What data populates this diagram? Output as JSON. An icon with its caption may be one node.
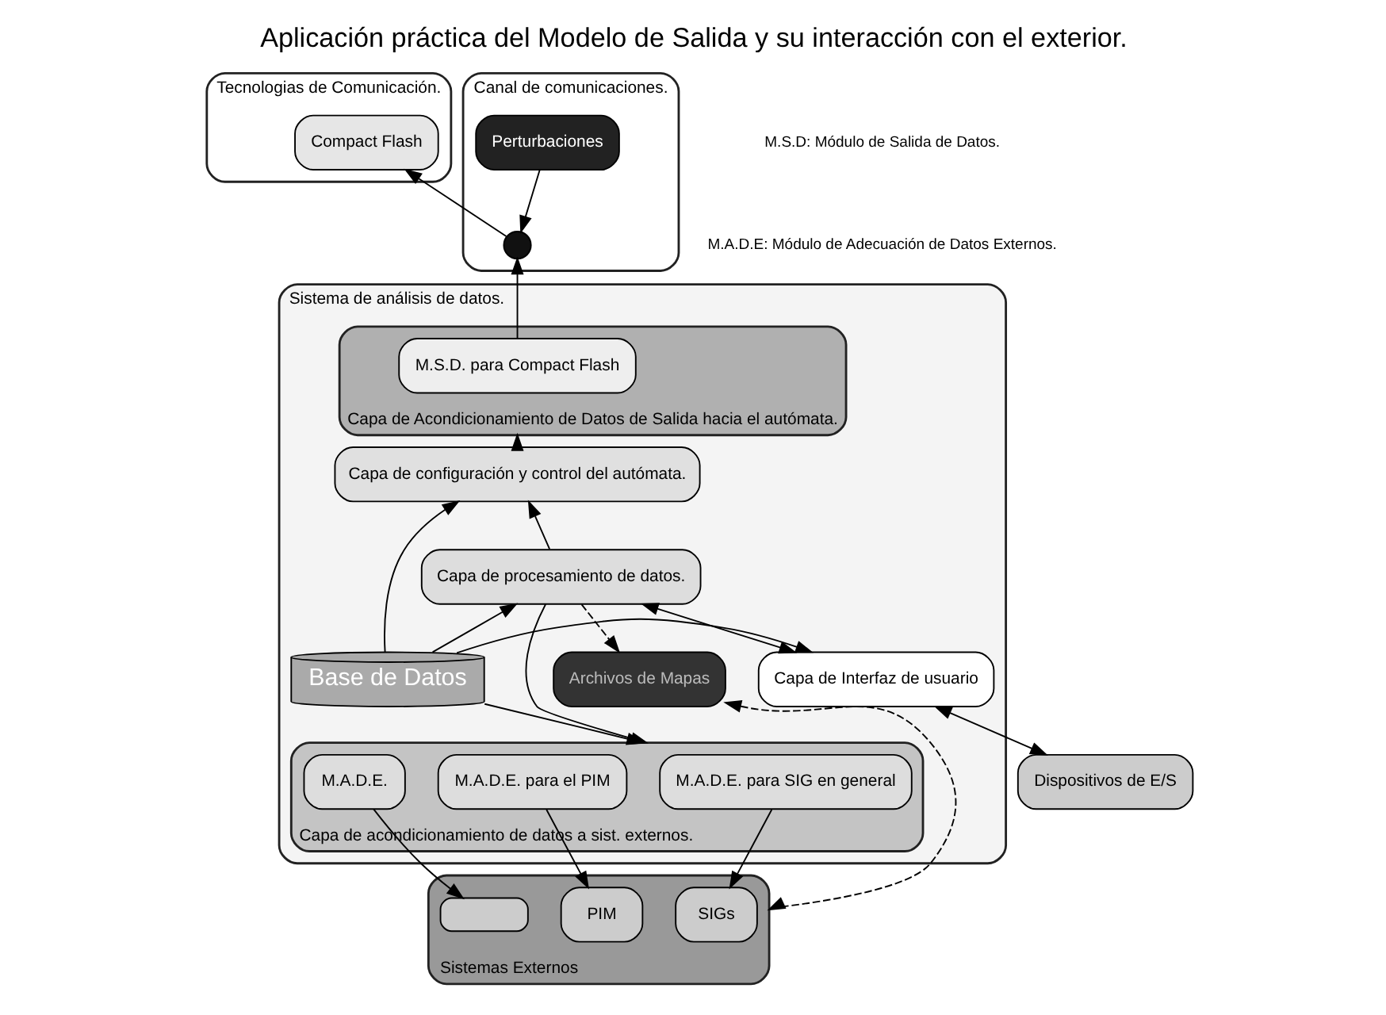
{
  "diagram": {
    "title": "Aplicación práctica del Modelo de Salida y su interacción con el exterior.",
    "nodes": [
      {
        "text": [
          "Tecnologias de Comunicación."
        ]
      },
      {
        "text": [
          "Compact Flash"
        ],
        "in": 0
      },
      {
        "text": [
          "Canal de comunicaciones."
        ]
      },
      {
        "text": [
          "Perturbaciones"
        ],
        "in": 2
      },
      {
        "text": [],
        "shape": "circle",
        "in": 2
      },
      {
        "text": [
          "Sistema de análisis de datos."
        ]
      },
      {
        "text": [
          "Capa de Acondicionamiento de Datos de Salida hacia el autómata."
        ],
        "in": 5
      },
      {
        "text": [
          "M.S.D. para Compact Flash"
        ],
        "in": 6
      },
      {
        "text": [
          "Capa de configuración y control del autómata."
        ],
        "in": 5
      },
      {
        "text": [
          "Capa de procesamiento de datos."
        ],
        "in": 5
      },
      {
        "text": [
          "Archivos de Mapas"
        ],
        "in": 5
      },
      {
        "text": [
          "Base de Datos"
        ],
        "in": 5
      },
      {
        "text": [
          "Capa de Interfaz de usuario"
        ],
        "in": 5
      },
      {
        "text": [
          "Sistemas Externos"
        ]
      },
      {
        "text": [
          "SIGs"
        ],
        "in": 13
      },
      {
        "text": [
          "PIM"
        ],
        "in": 13
      },
      {
        "text": [],
        "shape": "box",
        "in": 13
      },
      {
        "text": [
          "Capa de acondicionamiento de datos a sist. externos."
        ],
        "in": 5
      },
      {
        "text": [
          "M.A.D.E. para SIG en general"
        ],
        "in": 17
      },
      {
        "text": [
          "M.A.D.E. para el PIM"
        ],
        "in": 17
      },
      {
        "text": [
          "M.A.D.E."
        ],
        "in": 17
      },
      {
        "text": [
          "Dispositivos de E/S"
        ]
      }
    ],
    "edges": [
      {
        "from": 7,
        "to": 4,
        "arrow": "to"
      },
      {
        "from": 4,
        "to": 1,
        "arrow": "to"
      },
      {
        "from": 3,
        "to": 4,
        "arrow": "to"
      },
      {
        "from": 8,
        "to": 6,
        "arrow": "to"
      },
      {
        "from": 9,
        "to": 8,
        "arrow": "to"
      },
      {
        "from": 12,
        "to": 9,
        "arrow": "both"
      },
      {
        "from": 11,
        "to": 8,
        "arrow": "to"
      },
      {
        "from": 11,
        "to": 12,
        "arrow": "to"
      },
      {
        "from": 11,
        "to": 9,
        "arrow": "to"
      },
      {
        "from": 9,
        "to": 17,
        "arrow": "to"
      },
      {
        "from": 11,
        "to": 17,
        "arrow": "to"
      },
      {
        "from": 9,
        "to": 10,
        "arrow": "to",
        "style": "dashed"
      },
      {
        "from": 10,
        "to": 13,
        "arrow": "both",
        "style": "dashed"
      },
      {
        "from": 18,
        "to": 14,
        "arrow": "to"
      },
      {
        "from": 19,
        "to": 15,
        "arrow": "to"
      },
      {
        "from": 20,
        "to": 16,
        "arrow": "to"
      },
      {
        "from": 12,
        "to": 21,
        "arrow": "both"
      }
    ],
    "labels": [
      "M.S.D: Módulo de Salida de Datos.",
      "M.A.D.E: Módulo de Adecuación de Datos Externos."
    ]
  }
}
